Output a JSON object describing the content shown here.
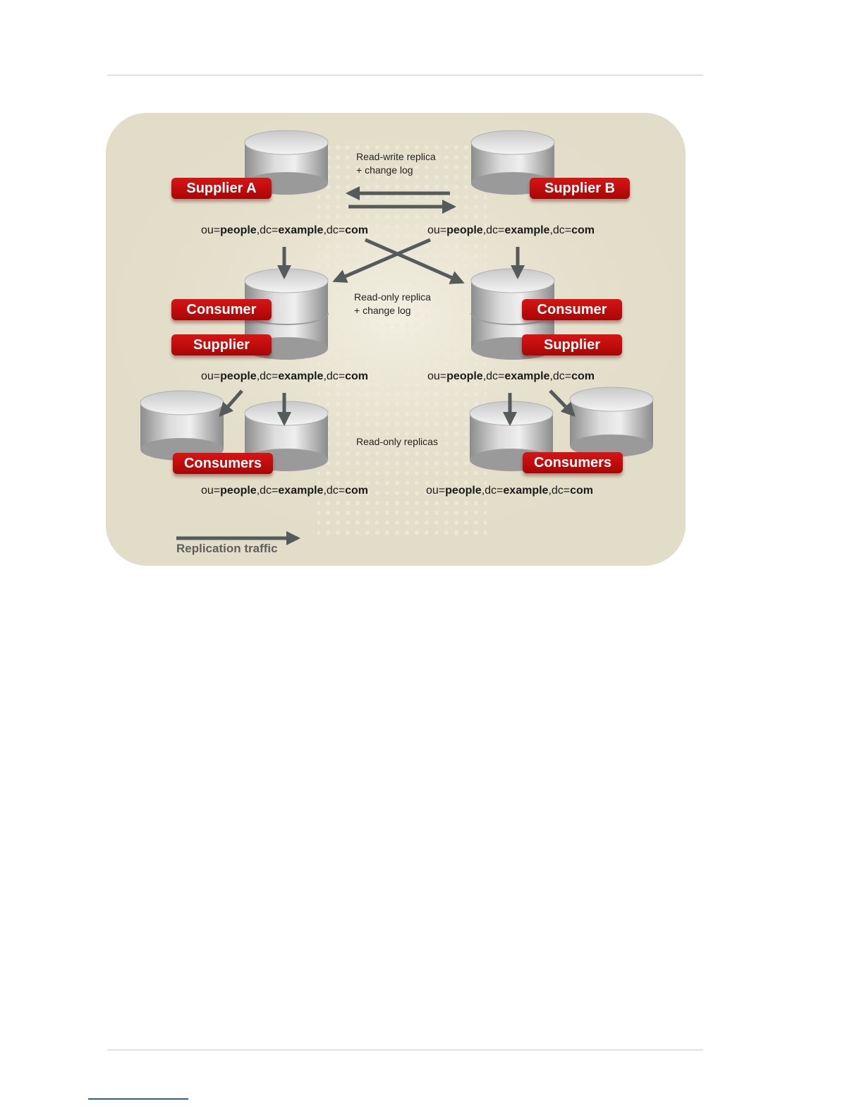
{
  "diagram": {
    "labels": {
      "supplier_a": "Supplier A",
      "supplier_b": "Supplier B",
      "consumer": "Consumer",
      "supplier": "Supplier",
      "consumers": "Consumers"
    },
    "notes": {
      "read_write": "Read-write replica",
      "change_log": "+ change log",
      "read_only": "Read-only replica",
      "read_only_replicas": "Read-only replicas"
    },
    "dn": {
      "ou_prefix": "ou=",
      "ou_value": "people",
      "dc1_prefix": ",dc=",
      "dc1_value": "example",
      "dc2_prefix": ",dc=",
      "dc2_value": "com"
    },
    "legend": "Replication traffic",
    "colors": {
      "label_red": "#c40c0c",
      "background": "#e2ddc8",
      "arrow": "#555a5a",
      "disk": "#bdbdbd"
    }
  }
}
